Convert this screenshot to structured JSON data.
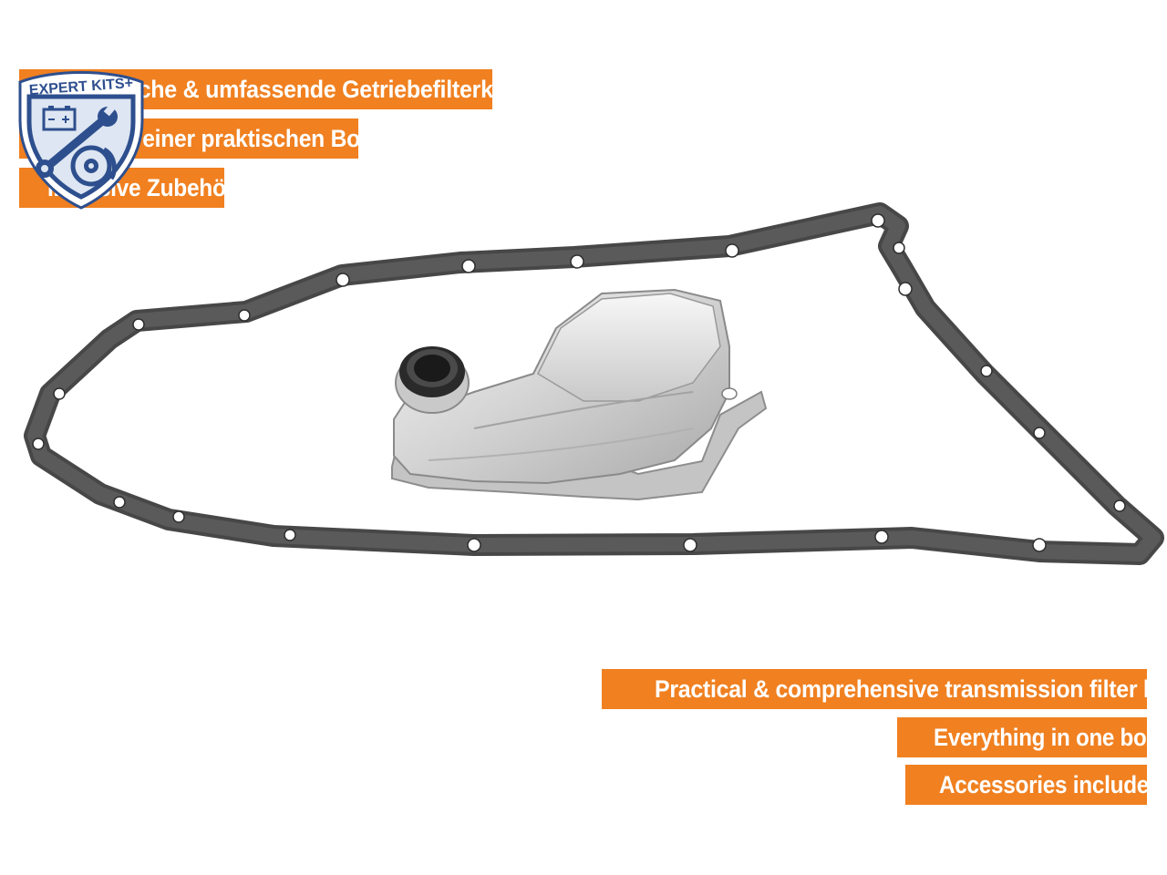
{
  "colors": {
    "banner_orange": "#F08020",
    "badge_blue": "#2E4F8E",
    "badge_light": "#DDE6F2",
    "gasket": "#4A4A4A"
  },
  "badge": {
    "text": "EXPERT KITS+",
    "icons": [
      "battery-icon",
      "wrench-icon",
      "brake-disc-icon"
    ]
  },
  "banners_de": [
    {
      "text": "Praktische & umfassende Getriebefilterkits"
    },
    {
      "text": "Alles in einer praktischen Box!"
    },
    {
      "text": "Inklusive Zubehör"
    }
  ],
  "banners_en": [
    {
      "text": "Practical & comprehensive transmission filter kits"
    },
    {
      "text": "Everything in one box!"
    },
    {
      "text": "Accessories included"
    }
  ]
}
